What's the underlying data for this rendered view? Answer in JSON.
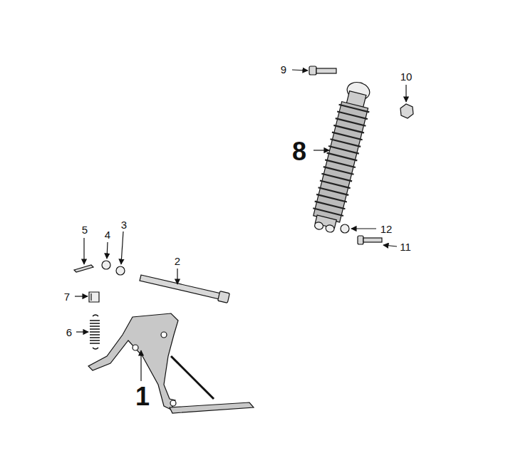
{
  "diagram": {
    "labels": [
      "9",
      "10",
      "8",
      "5",
      "4",
      "3",
      "12",
      "11",
      "2",
      "7",
      "6",
      "1"
    ]
  }
}
